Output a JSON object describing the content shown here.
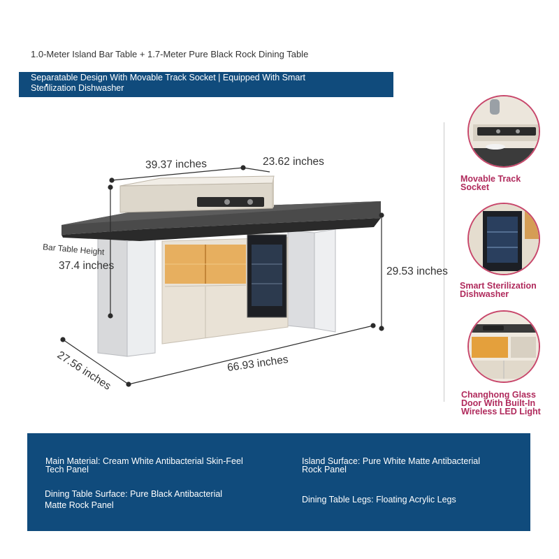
{
  "header": {
    "title": "1.0-Meter Island Bar Table + 1.7-Meter Pure Black Rock Dining Table",
    "subtitle_line1": "Separatable Design With Movable Track Socket | Equipped With Smart",
    "subtitle_line2": "Sterilization Dishwasher"
  },
  "dimensions": {
    "top_left_width": "39.37 inches",
    "top_right_width": "23.62 inches",
    "bar_height_label": "Bar Table Height",
    "bar_height_value": "37.4 inches",
    "table_height": "29.53 inches",
    "depth": "27.56 inches",
    "length": "66.93 inches"
  },
  "features": [
    {
      "label_line1": "Movable Track",
      "label_line2": "Socket",
      "icon": "track-socket-icon"
    },
    {
      "label_line1": "Smart Sterilization",
      "label_line2": "Dishwasher",
      "icon": "dishwasher-icon"
    },
    {
      "label_line1": "Changhong Glass",
      "label_line2": "Door With Built-In",
      "label_line3": "Wireless LED Light",
      "icon": "glass-door-icon"
    }
  ],
  "specs": {
    "main_material_line1": "Main Material: Cream White Antibacterial Skin-Feel",
    "main_material_line2": "Tech Panel",
    "island_surface_line1": "Island Surface: Pure White Matte Antibacterial",
    "island_surface_line2": "Rock Panel",
    "dining_surface_line1": "Dining Table Surface: Pure Black Antibacterial",
    "dining_surface_line2": "Matte Rock Panel",
    "dining_legs": "Dining Table Legs: Floating Acrylic Legs"
  },
  "colors": {
    "band_blue": "#104b7c",
    "feature_label": "#b02a5c",
    "circle_border": "#c8476b",
    "table_top": "#3d3d3d",
    "cabinet_cream": "#e9e2d6"
  }
}
